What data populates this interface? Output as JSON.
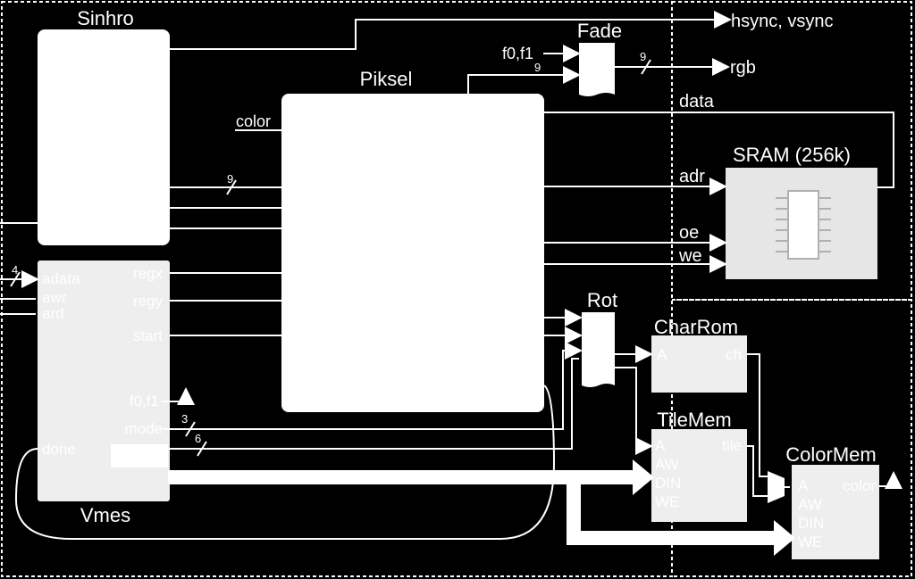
{
  "blocks": {
    "sinhro": "Sinhro",
    "piksel": "Piksel",
    "fade": "Fade",
    "sram": "SRAM (256k)",
    "rot": "Rot",
    "charrom": "CharRom",
    "tilemem": "TileMem",
    "colormem": "ColorMem",
    "vmes": "Vmes"
  },
  "outputs": {
    "hsync_vsync": "hsync, vsync",
    "rgb": "rgb"
  },
  "signals": {
    "f0f1_fade": "f0,f1",
    "data": "data",
    "adr": "adr",
    "oe": "oe",
    "we": "we",
    "color": "color"
  },
  "vmes_ports": {
    "adata": "adata",
    "awr": "awr",
    "ard": "ard",
    "regx": "regx",
    "regy": "regy",
    "start": "start",
    "f0f1": "f0,f1",
    "mode": "mode",
    "done": "done"
  },
  "mem_ports": {
    "charrom_a": "A",
    "charrom_ch": "ch",
    "tilemem_a": "A",
    "tilemem_aw": "AW",
    "tilemem_din": "DIN",
    "tilemem_we": "WE",
    "tilemem_tile": "tile",
    "colormem_a": "A",
    "colormem_aw": "AW",
    "colormem_din": "DIN",
    "colormem_we": "WE",
    "colormem_color": "color"
  },
  "widths": {
    "fade_in": "9",
    "rgb_out": "9",
    "sinhro_piksel": "9",
    "adata": "4",
    "mode": "3",
    "bottom": "6"
  },
  "colors": {
    "background": "#000000",
    "lines": "#ffffff",
    "blocks": "#ffffff",
    "sram_fill": "#e6e6e6"
  },
  "icons": {
    "sram_chip": "ic-chip-icon"
  }
}
